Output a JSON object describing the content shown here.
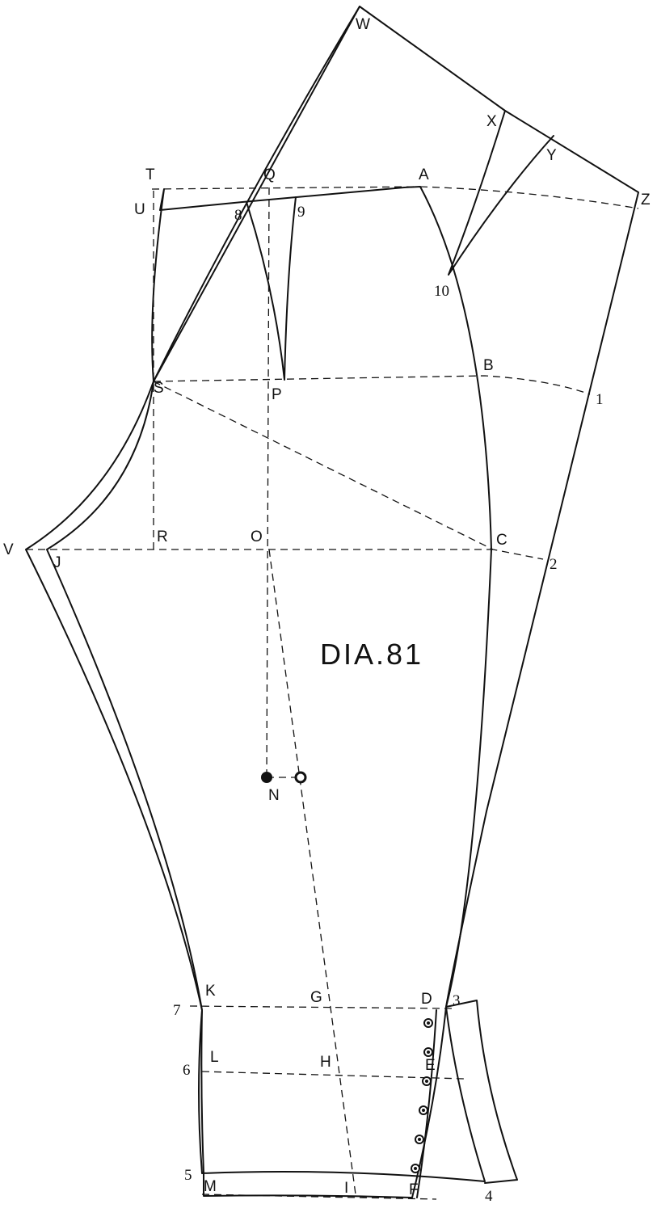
{
  "diagram": {
    "title": "DIA.81",
    "point_labels": {
      "W": "W",
      "X": "X",
      "Y": "Y",
      "Z": "Z",
      "T": "T",
      "Q": "Q",
      "A": "A",
      "U": "U",
      "n8": "8",
      "n9": "9",
      "n10": "10",
      "S": "S",
      "P": "P",
      "B": "B",
      "n1": "1",
      "V": "V",
      "J": "J",
      "R": "R",
      "O": "O",
      "C": "C",
      "n2": "2",
      "N": "N",
      "K": "K",
      "G": "G",
      "D": "D",
      "n3": "3",
      "n7": "7",
      "L": "L",
      "H": "H",
      "E": "E",
      "n6": "6",
      "n5": "5",
      "M": "M",
      "I": "I",
      "F": "F",
      "n4": "4"
    }
  }
}
